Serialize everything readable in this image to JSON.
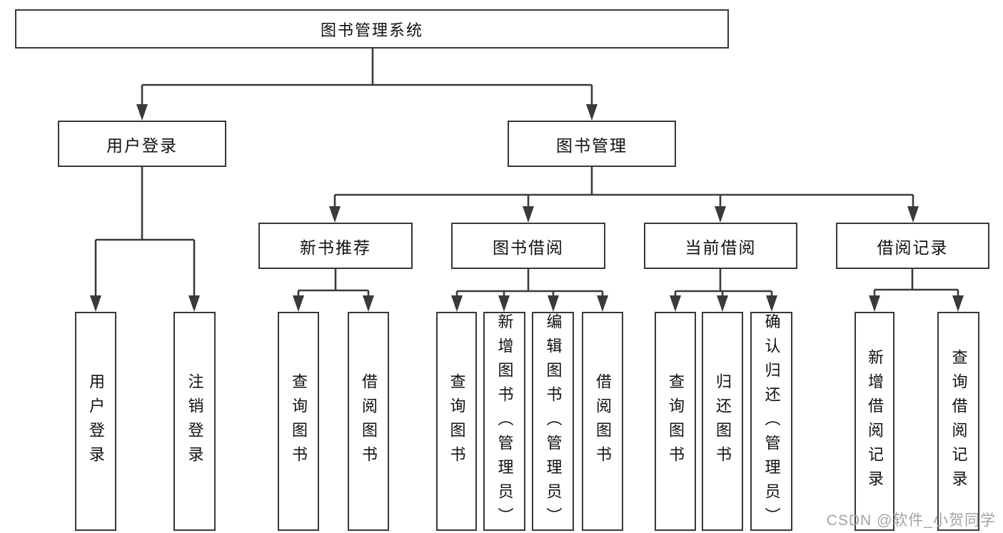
{
  "title": "图书管理系统",
  "user_login": {
    "label": "用户登录",
    "children": [
      {
        "label": "用户登录"
      },
      {
        "label": "注销登录"
      }
    ]
  },
  "book_management": {
    "label": "图书管理",
    "sections": [
      {
        "label": "新书推荐",
        "children": [
          {
            "label": "查询图书"
          },
          {
            "label": "借阅图书"
          }
        ]
      },
      {
        "label": "图书借阅",
        "children": [
          {
            "label": "查询图书"
          },
          {
            "label": "新增图书（管理员）"
          },
          {
            "label": "编辑图书（管理员）"
          },
          {
            "label": "借阅图书"
          }
        ]
      },
      {
        "label": "当前借阅",
        "children": [
          {
            "label": "查询图书"
          },
          {
            "label": "归还图书"
          },
          {
            "label": "确认归还（管理员）"
          }
        ]
      },
      {
        "label": "借阅记录",
        "children": [
          {
            "label": "新增借阅记录"
          },
          {
            "label": "查询借阅记录"
          }
        ]
      }
    ]
  },
  "watermark": "CSDN @软件_小贺同学",
  "colors": {
    "line": "#3a3a3a",
    "border": "#383838",
    "text": "#111111",
    "watermark_text": "#a3a3a3",
    "background": "#ffffff"
  }
}
